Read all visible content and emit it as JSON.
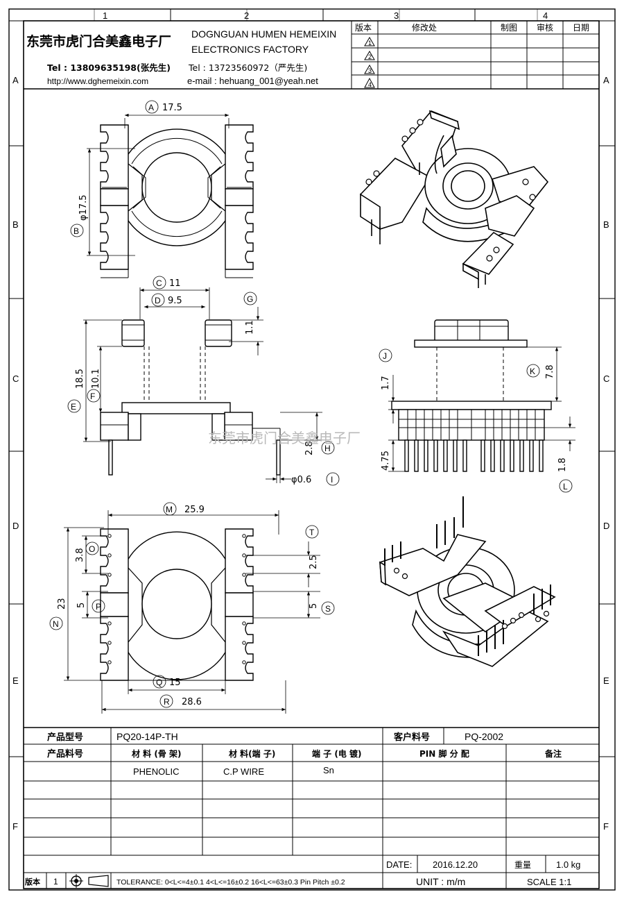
{
  "zone_cols": [
    "1",
    "2",
    "3",
    "4"
  ],
  "zone_rows": [
    "A",
    "B",
    "C",
    "D",
    "E",
    "F"
  ],
  "header": {
    "company_cn": "东莞市虎门合美鑫电子厂",
    "company_en_1": "DOGNGUAN HUMEN HEMEIXIN",
    "company_en_2": "ELECTRONICS FACTORY",
    "tel_1": "Tel : 13809635198(张先生)",
    "tel_2": "Tel : 13723560972（严先生)",
    "website": "http://www.dghemeixin.com",
    "email": "e-mail : hehuang_001@yeah.net"
  },
  "revision_table": {
    "col_version": "版本",
    "col_change": "修改处",
    "col_draw": "制图",
    "col_check": "审核",
    "col_date": "日期",
    "revisions": [
      "1",
      "2",
      "3",
      "4"
    ]
  },
  "dimensions": {
    "A": "17.5",
    "B": "φ17.5",
    "C": "11",
    "D": "9.5",
    "E": "18.5",
    "F": "10.1",
    "G": "1.1",
    "H": "2.8",
    "I": "φ0.6",
    "J": "1.7",
    "K": "7.8",
    "L": "1.8",
    "M": "25.9",
    "N": "23",
    "O": "3.8",
    "P": "5",
    "Q": "15",
    "R": "28.6",
    "S": "5",
    "T": "2.5",
    "pin_len": "4.75"
  },
  "watermark": "东莞市虎门合美鑫电子厂",
  "title_block": {
    "model_label": "产品型号",
    "model_value": "PQ20-14P-TH",
    "customer_part_label": "客户料号",
    "customer_part_value": "PQ-2002",
    "product_part_label": "产品料号",
    "material_frame_label": "材 料 (骨 架)",
    "material_pin_label": "材 料(端 子)",
    "plating_label": "端 子 (电 镀)",
    "pin_assign_label": "PIN 脚 分 配",
    "remark_label": "备注",
    "material_frame_value": "PHENOLIC",
    "material_pin_value": "C.P WIRE",
    "plating_value": "Sn",
    "date_label": "DATE:",
    "date_value": "2016.12.20",
    "weight_label": "重量",
    "weight_value": "1.0 kg",
    "version_label": "版本",
    "version_value": "1",
    "tolerance": "TOLERANCE:  0<L<=4±0.1  4<L<=16±0.2  16<L<=63±0.3  Pin Pitch  ±0.2",
    "unit": "UNIT : m/m",
    "scale": "SCALE   1:1"
  }
}
